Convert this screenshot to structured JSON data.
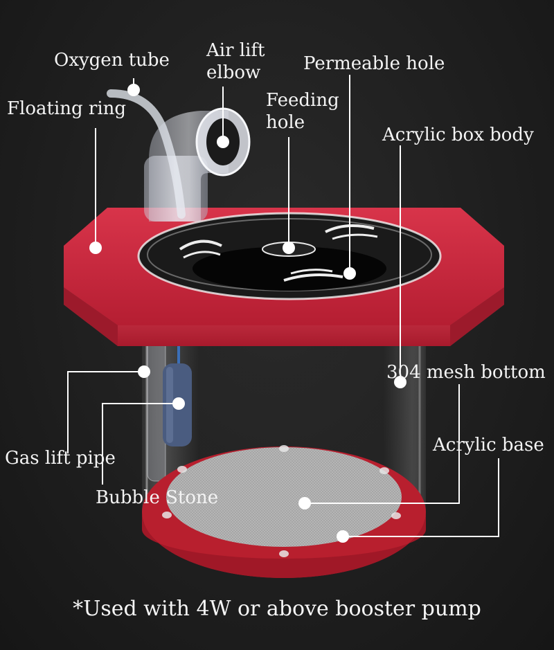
{
  "labels": {
    "oxygen_tube": "Oxygen tube",
    "air_lift_elbow_1": "Air lift",
    "air_lift_elbow_2": "elbow",
    "permeable_hole": "Permeable hole",
    "floating_ring": "Floating ring",
    "feeding_hole_1": "Feeding",
    "feeding_hole_2": "hole",
    "acrylic_box_body": "Acrylic box body",
    "mesh_bottom": "304 mesh bottom",
    "acrylic_base": "Acrylic base",
    "gas_lift_pipe": "Gas lift pipe",
    "bubble_stone": "Bubble Stone"
  },
  "footnote": "*Used with 4W or above booster pump",
  "colors": {
    "background": "#1c1c1c",
    "floating_ring": "#c8283c",
    "acrylic_base": "#b81f2e",
    "mesh": "#b9b9b9",
    "bubble_stone": "#4a5c80",
    "leader_line": "#ffffff"
  }
}
